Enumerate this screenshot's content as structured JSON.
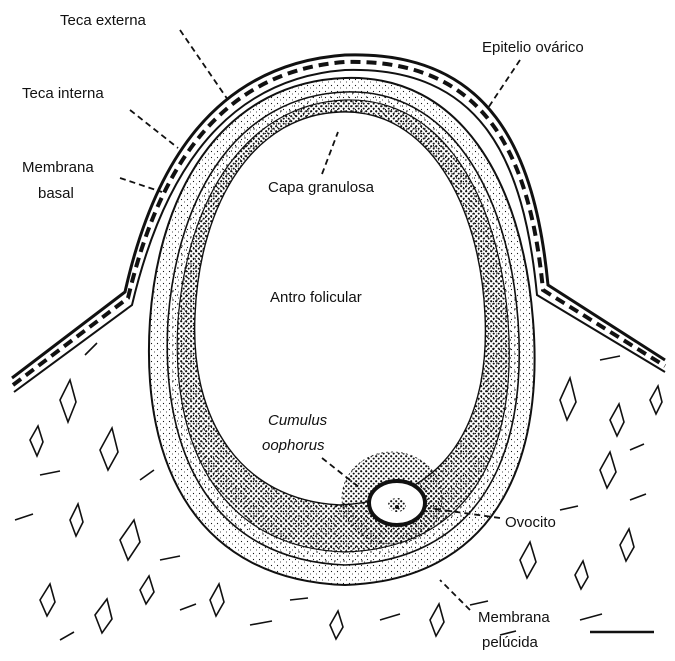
{
  "labels": {
    "teca_externa": "Teca externa",
    "teca_interna": "Teca interna",
    "membrana_basal_1": "Membrana",
    "membrana_basal_2": "basal",
    "epitelio_ovarico": "Epitelio ovárico",
    "capa_granulosa": "Capa granulosa",
    "antro_folicular": "Antro folicular",
    "cumulus_1": "Cumulus",
    "cumulus_2": "oophorus",
    "ovocito": "Ovocito",
    "membrana_pelucida_1": "Membrana",
    "membrana_pelucida_2": "pelúcida"
  },
  "colors": {
    "ink": "#111111",
    "background": "#ffffff"
  }
}
